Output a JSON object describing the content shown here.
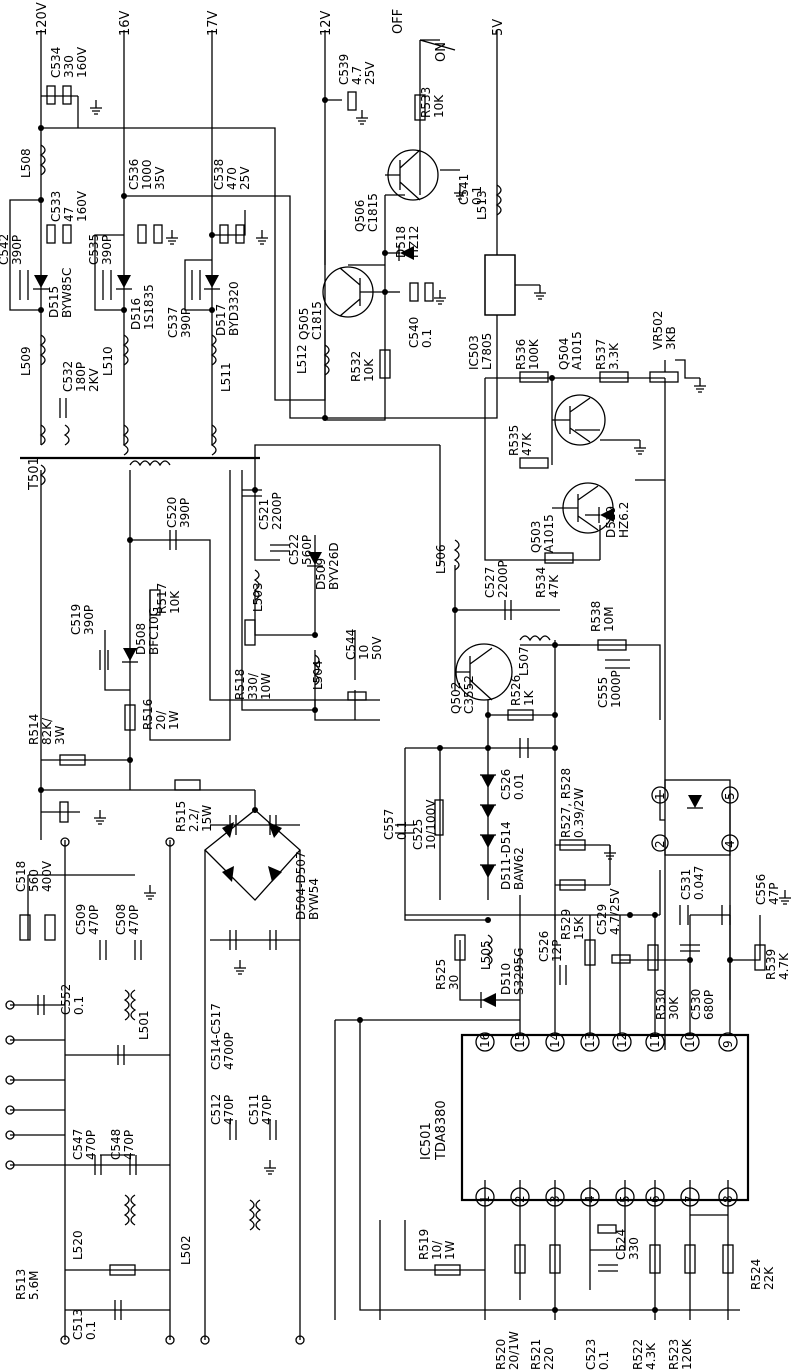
{
  "supply": [
    "120V",
    "16V",
    "17V",
    "12V",
    "5V"
  ],
  "switch": {
    "off": "OFF",
    "on": "ON"
  },
  "transformer": "T501",
  "ic": {
    "ref": "IC501",
    "part": "TDA8380",
    "pins": [
      "1",
      "2",
      "3",
      "4",
      "5",
      "6",
      "7",
      "8",
      "9",
      "10",
      "11",
      "12",
      "13",
      "14",
      "15",
      "16"
    ]
  },
  "optocoupler_pins": [
    "1",
    "2",
    "4",
    "5"
  ],
  "components": {
    "c534": [
      "C534",
      "330",
      "160V"
    ],
    "l508": [
      "L508"
    ],
    "c533": [
      "C533",
      "47",
      "160V"
    ],
    "c542": [
      "C542",
      "390P"
    ],
    "d515": [
      "D515",
      "BYW85C"
    ],
    "l509": [
      "L509"
    ],
    "c532": [
      "C532",
      "180P",
      "2KV"
    ],
    "c536": [
      "C536",
      "1000",
      "35V"
    ],
    "c535": [
      "C535",
      "390P"
    ],
    "d516": [
      "D516",
      "1S1835"
    ],
    "l510": [
      "L510"
    ],
    "c538": [
      "C538",
      "470",
      "25V"
    ],
    "c537": [
      "C537",
      "390P"
    ],
    "d517": [
      "D517",
      "BYD3320"
    ],
    "l511": [
      "L511"
    ],
    "c539": [
      "C539",
      "4.7",
      "25V"
    ],
    "r533": [
      "R533",
      "10K"
    ],
    "q506": [
      "Q506",
      "C1815"
    ],
    "c541": [
      "C541",
      "0.1"
    ],
    "l513": [
      "L513"
    ],
    "d518": [
      "D518",
      "HZ12"
    ],
    "q505": [
      "Q505",
      "C1815"
    ],
    "c540": [
      "C540",
      "0.1"
    ],
    "l512": [
      "L512"
    ],
    "r532": [
      "R532",
      "10K"
    ],
    "ic503": [
      "IC503",
      "L7805"
    ],
    "r536": [
      "R536",
      "100K"
    ],
    "q504": [
      "Q504",
      "A1015"
    ],
    "r537": [
      "R537",
      "3.3K"
    ],
    "vr502": [
      "VR502",
      "3KB"
    ],
    "r535": [
      "R535",
      "47K"
    ],
    "q503": [
      "Q503",
      "A1015"
    ],
    "d519": [
      "D519",
      "HZ6.2"
    ],
    "r534": [
      "R534",
      "47K"
    ],
    "c521": [
      "C521",
      "2200P"
    ],
    "c522": [
      "C522",
      "560P"
    ],
    "d509": [
      "D509",
      "BYV26D"
    ],
    "l503": [
      "L503"
    ],
    "l504": [
      "L504"
    ],
    "c520": [
      "C520",
      "390P"
    ],
    "r517": [
      "R517",
      "10K"
    ],
    "c519": [
      "C519",
      "390P"
    ],
    "d508": [
      "D508",
      "BFC10G"
    ],
    "r518": [
      "R518",
      "330/",
      "10W"
    ],
    "r516": [
      "R516",
      "20/",
      "1W"
    ],
    "r514": [
      "R514",
      "82K/",
      "3W"
    ],
    "c544": [
      "C544",
      "10",
      "50V"
    ],
    "l506": [
      "L506"
    ],
    "c527": [
      "C527",
      "2200P"
    ],
    "q502": [
      "Q502",
      "C3552"
    ],
    "r526": [
      "R526",
      "1K"
    ],
    "l507": [
      "L507"
    ],
    "r538": [
      "R538",
      "10M"
    ],
    "c555": [
      "C555",
      "1000P"
    ],
    "c518": [
      "C518",
      "560",
      "400V"
    ],
    "r515": [
      "R515",
      "2.2/",
      "15W"
    ],
    "c557": [
      "C557",
      "0.1"
    ],
    "c525": [
      "C525",
      "10/100V"
    ],
    "d511_514": [
      "D511-D514",
      "BAW62"
    ],
    "c526a": [
      "C526",
      "0.01"
    ],
    "r527_528": [
      "R527, R528",
      "0.39/2W"
    ],
    "d504_507": [
      "D504-D507",
      "BYW54"
    ],
    "c509": [
      "C509",
      "470P"
    ],
    "c508": [
      "C508",
      "470P"
    ],
    "c529": [
      "C529",
      "4.7/25V"
    ],
    "c531": [
      "C531",
      "0.047"
    ],
    "c556": [
      "C556",
      "47P"
    ],
    "r525": [
      "R525",
      "30"
    ],
    "l505": [
      "L505"
    ],
    "d510": [
      "D510",
      "S3295G"
    ],
    "c526b": [
      "C526",
      "12P"
    ],
    "r529": [
      "R529",
      "15K"
    ],
    "r530": [
      "R530",
      "30K"
    ],
    "c530": [
      "C530",
      "680P"
    ],
    "r539": [
      "R539",
      "4.7K"
    ],
    "c552": [
      "C552",
      "0.1"
    ],
    "l501": [
      "L501"
    ],
    "c514_517": [
      "C514-C517",
      "4700P"
    ],
    "c547": [
      "C547",
      "470P"
    ],
    "c548": [
      "C548",
      "470P"
    ],
    "c512": [
      "C512",
      "470P"
    ],
    "c511": [
      "C511",
      "470P"
    ],
    "l520": [
      "L520"
    ],
    "l502": [
      "L502"
    ],
    "r513": [
      "R513",
      "5.6M"
    ],
    "c513": [
      "C513",
      "0.1"
    ],
    "r519": [
      "R519",
      "10/",
      "1W"
    ],
    "c524": [
      "C524",
      "330"
    ],
    "r524": [
      "R524",
      "22K"
    ],
    "r520": [
      "R520",
      "20/1W"
    ],
    "r521": [
      "R521",
      "220"
    ],
    "c523": [
      "C523",
      "0.1"
    ],
    "r522": [
      "R522",
      "4.3K"
    ],
    "r523": [
      "R523",
      "120K"
    ]
  }
}
